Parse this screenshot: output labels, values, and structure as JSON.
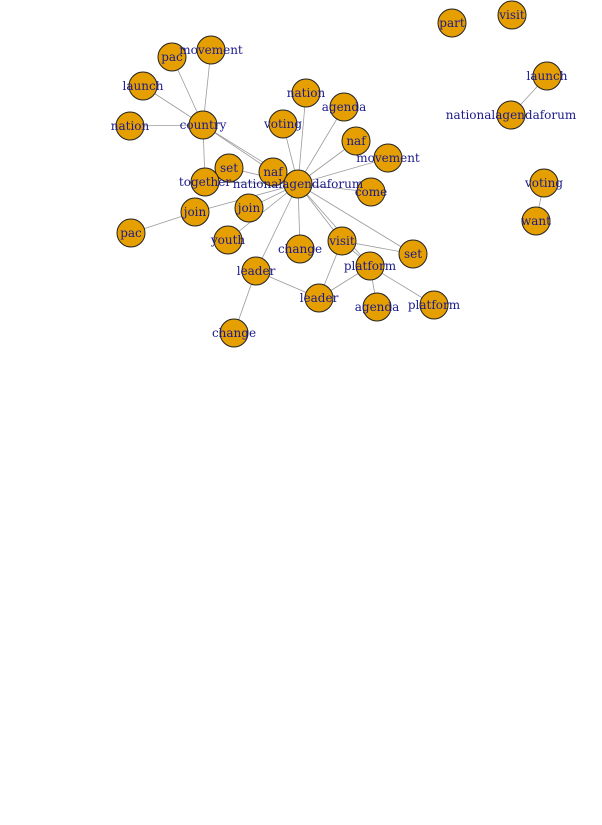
{
  "graph": {
    "node_color": "#E69F00",
    "label_color": "#1a1a8c",
    "edge_color": "#9a9a9a",
    "nodes": [
      {
        "id": "n1",
        "label": "pac"
      },
      {
        "id": "n2",
        "label": "movement"
      },
      {
        "id": "n3",
        "label": "launch"
      },
      {
        "id": "n4",
        "label": "nation"
      },
      {
        "id": "n5",
        "label": "country"
      },
      {
        "id": "n6",
        "label": "nation"
      },
      {
        "id": "n7",
        "label": "agenda"
      },
      {
        "id": "n8",
        "label": "voting"
      },
      {
        "id": "n9",
        "label": "naf"
      },
      {
        "id": "n10",
        "label": "movement"
      },
      {
        "id": "n11",
        "label": "set"
      },
      {
        "id": "n12",
        "label": "naf"
      },
      {
        "id": "n13",
        "label": "together"
      },
      {
        "id": "n14",
        "label": "nationalagendaforum"
      },
      {
        "id": "n15",
        "label": "come"
      },
      {
        "id": "n16",
        "label": "join"
      },
      {
        "id": "n17",
        "label": "join"
      },
      {
        "id": "n18",
        "label": "pac"
      },
      {
        "id": "n19",
        "label": "youth"
      },
      {
        "id": "n20",
        "label": "change"
      },
      {
        "id": "n21",
        "label": "visit"
      },
      {
        "id": "n22",
        "label": "set"
      },
      {
        "id": "n23",
        "label": "leader"
      },
      {
        "id": "n24",
        "label": "platform"
      },
      {
        "id": "n25",
        "label": "leader"
      },
      {
        "id": "n26",
        "label": "agenda"
      },
      {
        "id": "n27",
        "label": "platform"
      },
      {
        "id": "n28",
        "label": "change"
      },
      {
        "id": "n29",
        "label": "part"
      },
      {
        "id": "n30",
        "label": "visit"
      },
      {
        "id": "n31",
        "label": "launch"
      },
      {
        "id": "n32",
        "label": "nationalagendaforum"
      },
      {
        "id": "n33",
        "label": "voting"
      },
      {
        "id": "n34",
        "label": "want"
      }
    ],
    "edges": [
      [
        "n5",
        "n1"
      ],
      [
        "n5",
        "n2"
      ],
      [
        "n5",
        "n3"
      ],
      [
        "n5",
        "n4"
      ],
      [
        "n5",
        "n13"
      ],
      [
        "n5",
        "n14"
      ],
      [
        "n5",
        "n12"
      ],
      [
        "n14",
        "n6"
      ],
      [
        "n14",
        "n7"
      ],
      [
        "n14",
        "n8"
      ],
      [
        "n14",
        "n9"
      ],
      [
        "n14",
        "n10"
      ],
      [
        "n14",
        "n11"
      ],
      [
        "n14",
        "n12"
      ],
      [
        "n14",
        "n13"
      ],
      [
        "n14",
        "n15"
      ],
      [
        "n14",
        "n16"
      ],
      [
        "n14",
        "n17"
      ],
      [
        "n14",
        "n19"
      ],
      [
        "n14",
        "n20"
      ],
      [
        "n14",
        "n21"
      ],
      [
        "n14",
        "n23"
      ],
      [
        "n14",
        "n24"
      ],
      [
        "n14",
        "n22"
      ],
      [
        "n16",
        "n18"
      ],
      [
        "n23",
        "n28"
      ],
      [
        "n23",
        "n25"
      ],
      [
        "n21",
        "n22"
      ],
      [
        "n21",
        "n24"
      ],
      [
        "n21",
        "n25"
      ],
      [
        "n24",
        "n25"
      ],
      [
        "n24",
        "n26"
      ],
      [
        "n24",
        "n27"
      ],
      [
        "n32",
        "n31"
      ],
      [
        "n33",
        "n34"
      ]
    ]
  }
}
